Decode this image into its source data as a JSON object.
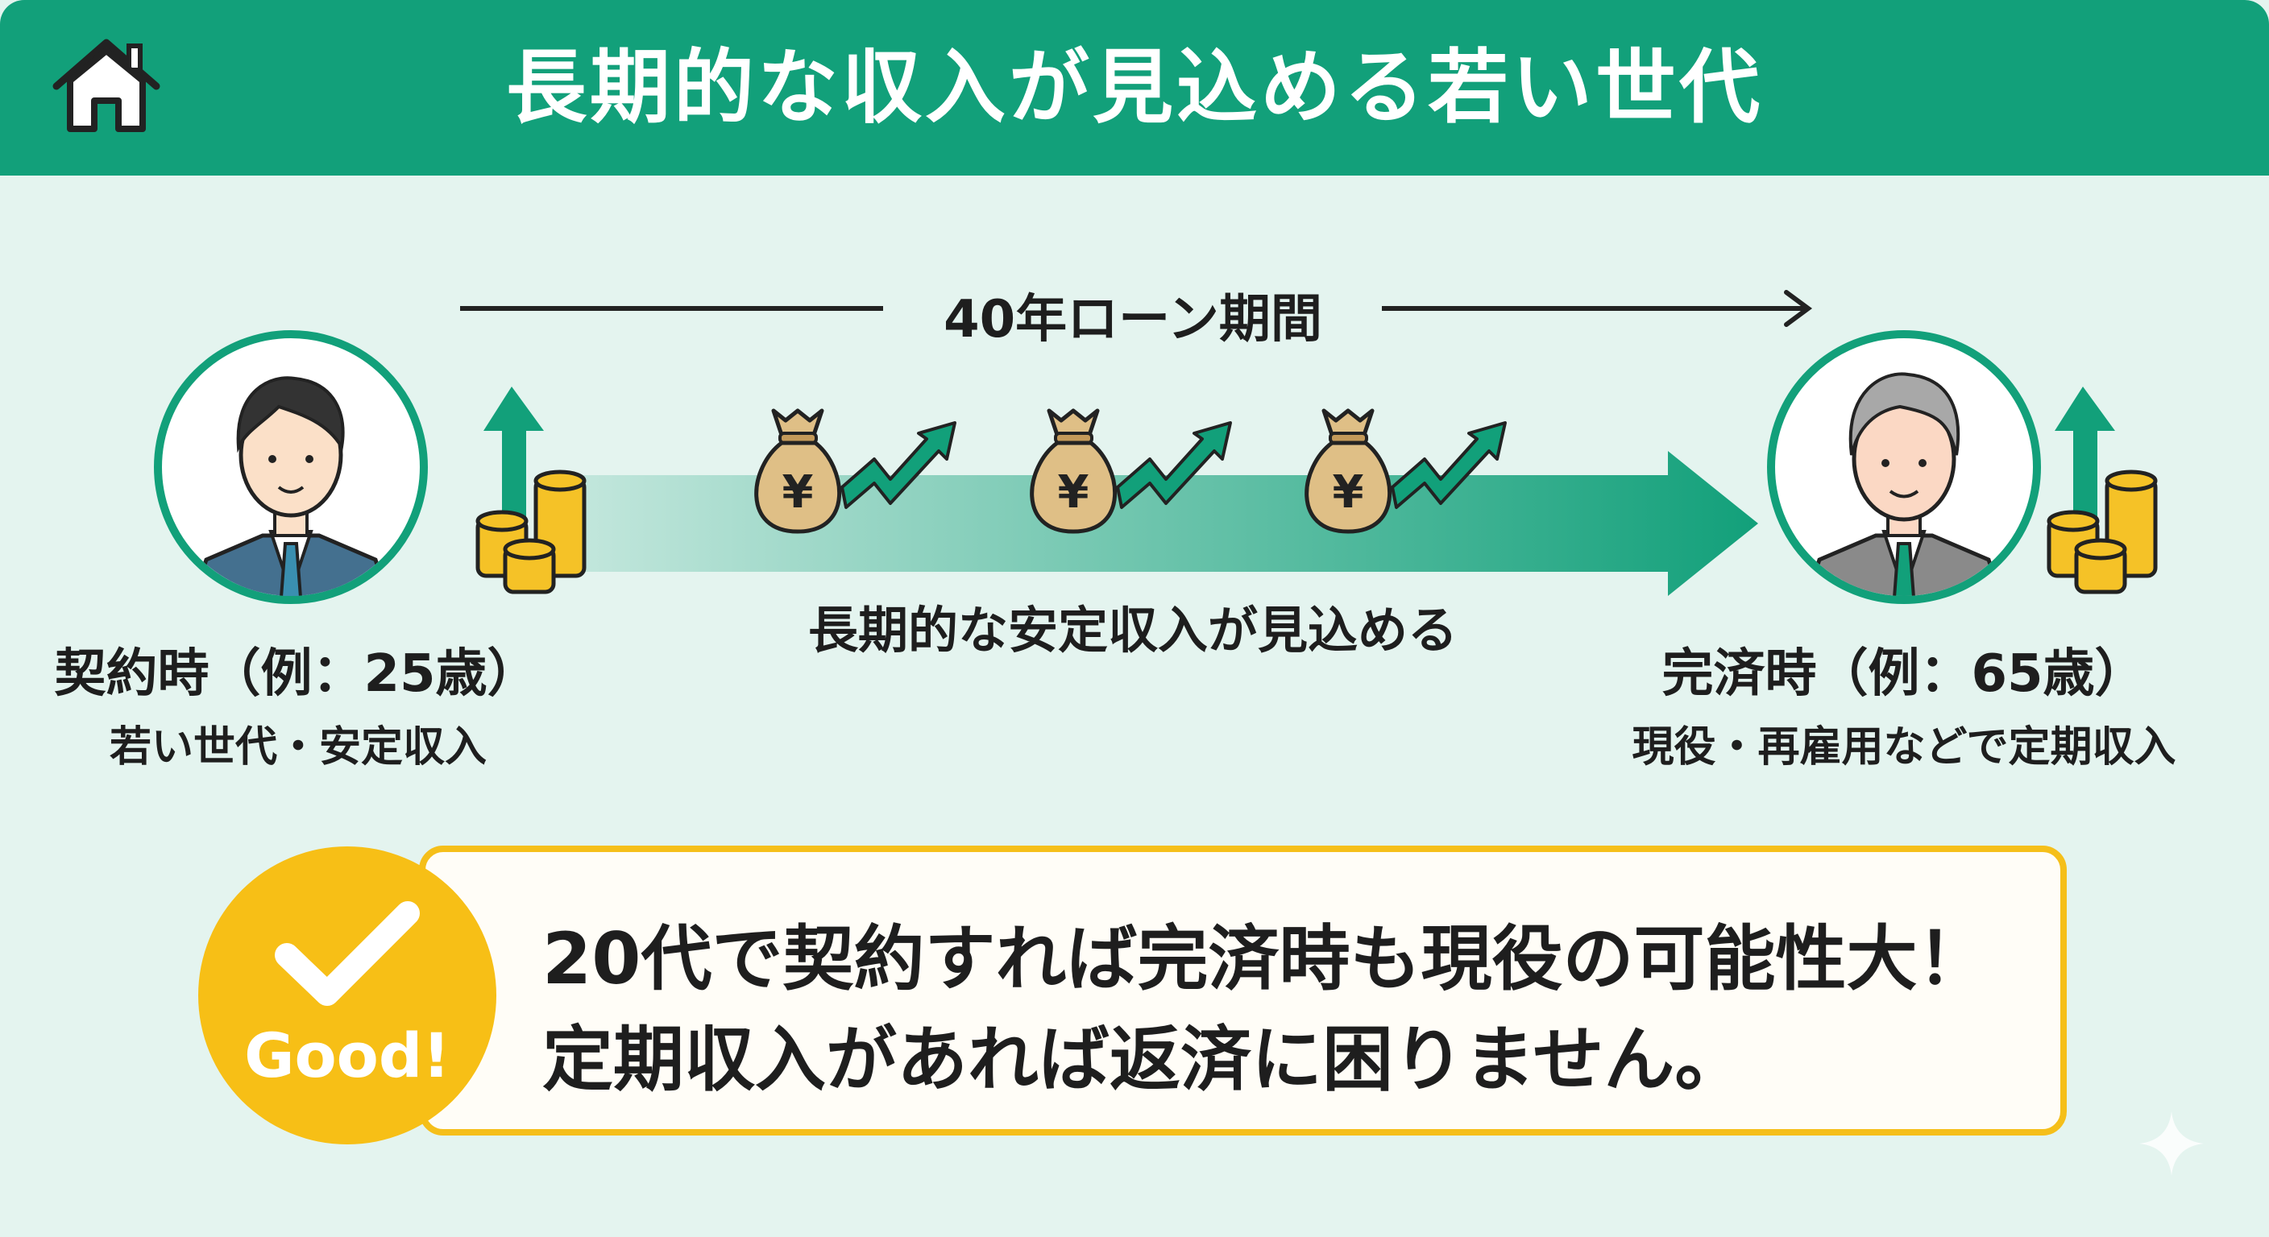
{
  "header": {
    "title": "長期的な収入が見込める若い世代",
    "icon": "home-icon"
  },
  "timeline": {
    "label": "40年ローン期間",
    "caption": "長期的な安定収入が見込める"
  },
  "start": {
    "title": "契約時（例：25歳）",
    "subtitle": "若い世代・安定収入"
  },
  "end": {
    "title": "完済時（例：65歳）",
    "subtitle": "現役・再雇用などで定期収入"
  },
  "callout": {
    "badge": "Good!",
    "line1": "20代で契約すれば完済時も現役の可能性大！",
    "line2": "定期収入があれば返済に困りません。"
  },
  "colors": {
    "primary": "#12a07a",
    "accent": "#f5bf1a",
    "background": "#e4f4ef"
  }
}
